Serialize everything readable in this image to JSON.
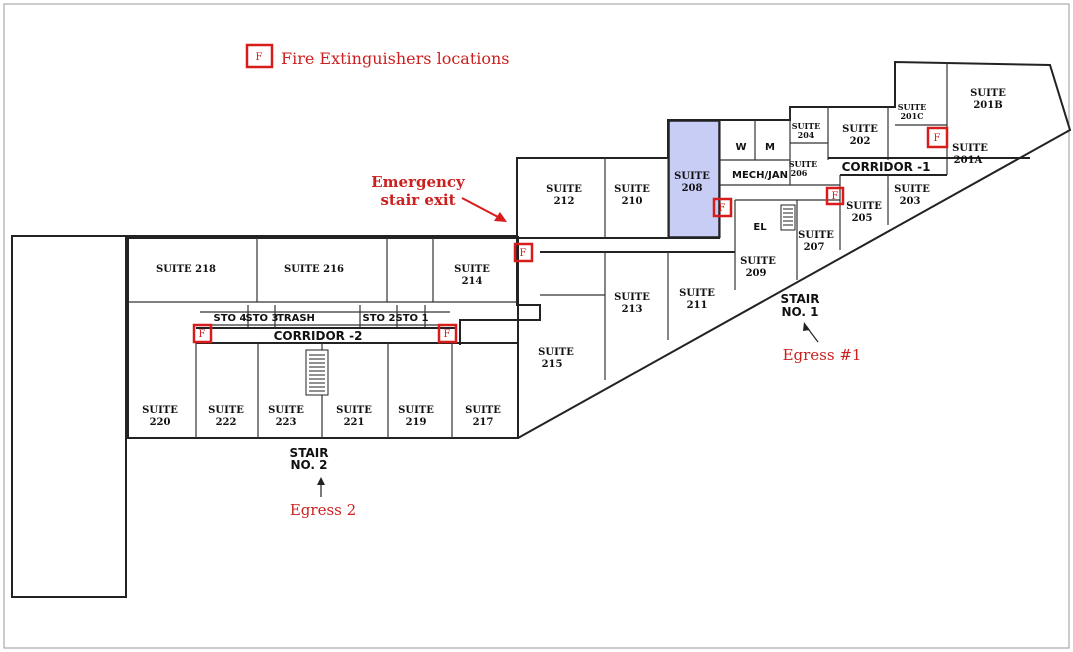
{
  "legend": {
    "symbol": "F",
    "label": "Fire Extinguishers locations"
  },
  "annotations": {
    "emergency_exit_line1": "Emergency",
    "emergency_exit_line2": "stair exit",
    "egress_1": "Egress #1",
    "egress_2": "Egress 2"
  },
  "stairs": {
    "stair_1_line1": "STAIR",
    "stair_1_line2": "NO. 1",
    "stair_2_line1": "STAIR",
    "stair_2_line2": "NO. 2"
  },
  "corridors": {
    "corridor_1": "CORRIDOR -1",
    "corridor_2": "CORRIDOR -2"
  },
  "storage": {
    "sto_4": "STO 4",
    "sto_3": "STO 3",
    "trash": "TRASH",
    "sto_2": "STO 2",
    "sto_1": "STO 1"
  },
  "utility": {
    "women": "W",
    "men": "M",
    "mech_jan": "MECH/JAN",
    "elevator": "EL"
  },
  "suites": {
    "s218": "SUITE 218",
    "s216": "SUITE 216",
    "s214": [
      "SUITE",
      "214"
    ],
    "s212": [
      "SUITE",
      "212"
    ],
    "s210": [
      "SUITE",
      "210"
    ],
    "s208": [
      "SUITE",
      "208"
    ],
    "s204": [
      "SUITE",
      "204"
    ],
    "s202": [
      "SUITE",
      "202"
    ],
    "s201c": [
      "SUITE",
      "201C"
    ],
    "s201b": [
      "SUITE",
      "201B"
    ],
    "s201a": [
      "SUITE",
      "201A"
    ],
    "s206": [
      "SUITE",
      "206"
    ],
    "s205": [
      "SUITE",
      "205"
    ],
    "s203": [
      "SUITE",
      "203"
    ],
    "s207": [
      "SUITE",
      "207"
    ],
    "s209": [
      "SUITE",
      "209"
    ],
    "s213": [
      "SUITE",
      "213"
    ],
    "s211": [
      "SUITE",
      "211"
    ],
    "s215": [
      "SUITE",
      "215"
    ],
    "s220": [
      "SUITE",
      "220"
    ],
    "s222": [
      "SUITE",
      "222"
    ],
    "s223": [
      "SUITE",
      "223"
    ],
    "s221": [
      "SUITE",
      "221"
    ],
    "s219": [
      "SUITE",
      "219"
    ],
    "s217": [
      "SUITE",
      "217"
    ]
  },
  "colors": {
    "highlight_suite_208": "#c8cdf5",
    "annotation_red": "#cc1f1f",
    "wall": "#222222"
  },
  "icons": [
    "fire-extinguisher-icon",
    "arrow-icon",
    "stair-icon"
  ]
}
